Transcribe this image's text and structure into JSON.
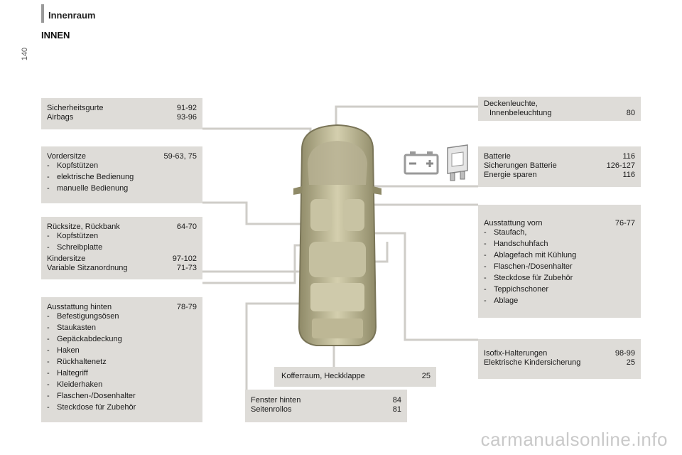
{
  "page_number": "140",
  "header": "Innenraum",
  "section_title": "INNEN",
  "boxes": {
    "belts": {
      "rows": [
        {
          "label": "Sicherheitsgurte",
          "page": "91-92"
        },
        {
          "label": "Airbags",
          "page": "93-96"
        }
      ]
    },
    "front_seats": {
      "title": "Vordersitze",
      "page": "59-63, 75",
      "items": [
        "Kopfstützen",
        "elektrische Bedienung",
        "manuelle Bedienung"
      ]
    },
    "rear_seats": {
      "title": "Rücksitze, Rückbank",
      "page": "64-70",
      "items": [
        "Kopfstützen",
        "Schreibplatte"
      ],
      "rows": [
        {
          "label": "Kindersitze",
          "page": "97-102"
        },
        {
          "label": "Variable Sitzanordnung",
          "page": "71-73"
        }
      ]
    },
    "rear_equip": {
      "title": "Ausstattung hinten",
      "page": "78-79",
      "items": [
        "Befestigungsösen",
        "Staukasten",
        "Gepäckabdeckung",
        "Haken",
        "Rückhaltenetz",
        "Haltegriff",
        "Kleiderhaken",
        "Flaschen-/Dosenhalter",
        "Steckdose für Zubehör"
      ]
    },
    "ceiling": {
      "line1": "Deckenleuchte,",
      "line2": "Innenbeleuchtung",
      "page": "80"
    },
    "battery": {
      "rows": [
        {
          "label": "Batterie",
          "page": "116"
        },
        {
          "label": "Sicherungen Batterie",
          "page": "126-127"
        },
        {
          "label": "Energie sparen",
          "page": "116"
        }
      ]
    },
    "front_equip": {
      "title": "Ausstattung vorn",
      "page": "76-77",
      "items": [
        "Staufach,",
        "Handschuhfach",
        "Ablagefach mit Kühlung",
        "Flaschen-/Dosenhalter",
        "Steckdose für Zubehör",
        "Teppichschoner",
        "Ablage"
      ]
    },
    "isofix": {
      "rows": [
        {
          "label": "Isofix-Halterungen",
          "page": "98-99"
        },
        {
          "label": "Elektrische Kindersicherung",
          "page": "25"
        }
      ]
    },
    "trunk": {
      "label": "Kofferraum, Heckklappe",
      "page": "25"
    },
    "rear_window": {
      "rows": [
        {
          "label": "Fenster hinten",
          "page": "84"
        },
        {
          "label": "Seitenrollos",
          "page": "81"
        }
      ]
    }
  },
  "dash": "-",
  "watermark": "carmanualsonline.info",
  "icons": [
    "battery-icon",
    "fuse-icon"
  ],
  "colors": {
    "box": "#dedcd8",
    "line": "#cfcdc8",
    "car": "#b9b38c"
  }
}
